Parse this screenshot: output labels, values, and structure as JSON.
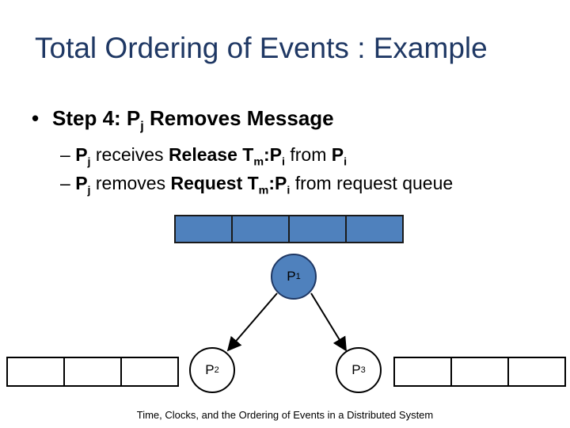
{
  "title": "Total Ordering of Events : Example",
  "bullet": {
    "marker": "•",
    "text": "Step 4:  P",
    "sub": "j",
    "rest": " Removes Message"
  },
  "line1": {
    "dash": "– ",
    "p": "P",
    "p_sub": "j",
    "mid": " receives ",
    "bold": "Release T",
    "bold_sub": "m",
    "bold2": ":P",
    "bold2_sub": "i",
    "from": " from ",
    "src": "P",
    "src_sub": "i"
  },
  "line2": {
    "dash": "– ",
    "p": "P",
    "p_sub": "j",
    "mid": " removes ",
    "bold": "Request T",
    "bold_sub": "m",
    "bold2": ":P",
    "bold2_sub": "i",
    "rest": " from request queue"
  },
  "nodes": {
    "p1": {
      "label": "P",
      "sub": "1"
    },
    "p2": {
      "label": "P",
      "sub": "2"
    },
    "p3": {
      "label": "P",
      "sub": "3"
    }
  },
  "footer": "Time, Clocks, and the Ordering of Events in a Distributed System",
  "colors": {
    "title": "#1f3864",
    "queue_fill": "#4f81bd",
    "node_fill": "#4f81bd"
  }
}
